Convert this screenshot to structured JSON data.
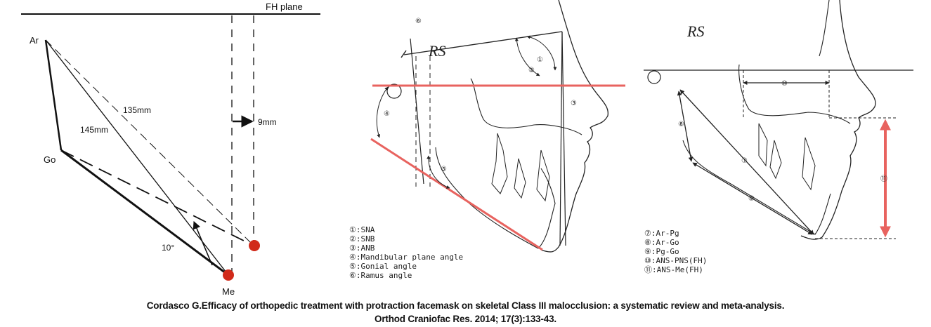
{
  "panel_left": {
    "plane_label": "FH plane",
    "points": {
      "ar": "Ar",
      "go": "Go",
      "me": "Me"
    },
    "measures": {
      "ar_me": "135mm",
      "ar_go_me": "145mm",
      "shift": "9mm",
      "rotation": "10°"
    }
  },
  "panel_middle": {
    "markers": [
      "⑥",
      "①",
      "②",
      "③",
      "④",
      "⑤"
    ],
    "rs_label": "RS",
    "legend": [
      "①:SNA",
      "②:SNB",
      "③:ANB",
      "④:Mandibular plane angle",
      "⑤:Gonial angle",
      "⑥:Ramus angle"
    ],
    "accent_color": "#e8635f"
  },
  "panel_right": {
    "rs_label": "RS",
    "markers": [
      "⑦",
      "⑧",
      "⑨",
      "⑩",
      "⑪"
    ],
    "legend": [
      "⑦:Ar-Pg",
      "⑧:Ar-Go",
      "⑨:Pg-Go",
      "⑩:ANS-PNS(FH)",
      "⑪:ANS-Me(FH)"
    ],
    "accent_color": "#e8635f"
  },
  "caption": {
    "line1": "Cordasco G.Efficacy of orthopedic treatment with protraction facemask on skeletal Class III malocclusion: a systematic review and meta-analysis.",
    "line2": "Orthod Craniofac Res. 2014; 17(3):133-43."
  }
}
